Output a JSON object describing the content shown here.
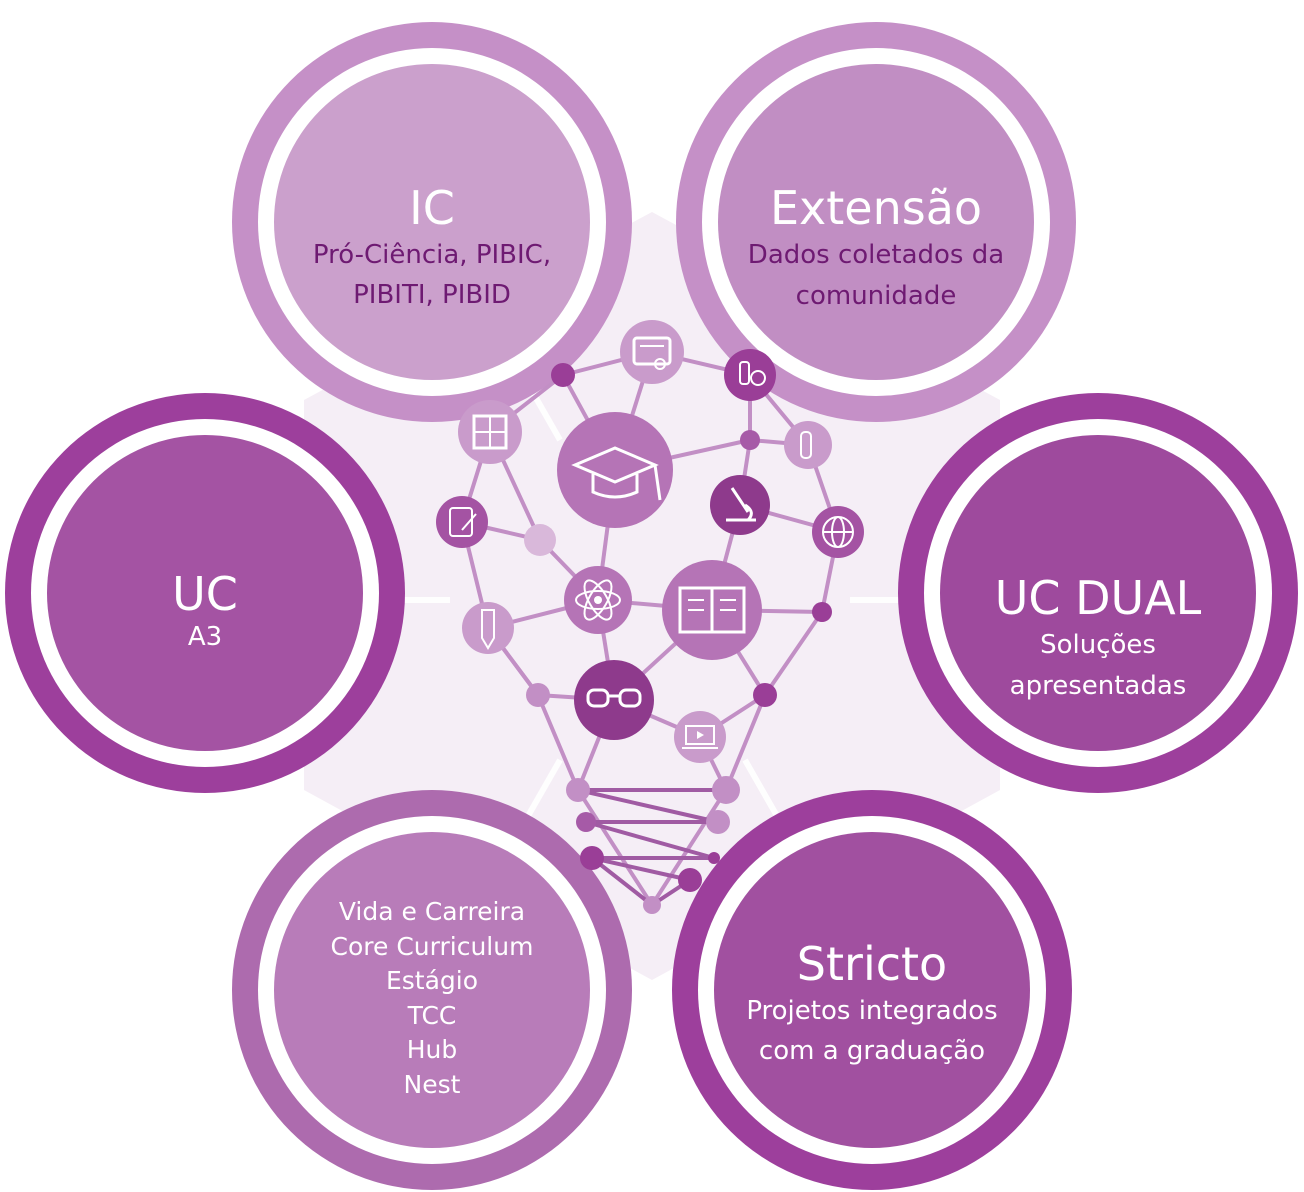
{
  "colors": {
    "ring_light": "#c590c7",
    "ring_dark": "#9d3f9c",
    "fill_ic": "#cba0cc",
    "fill_extensao": "#c18ec3",
    "fill_uc": "#a453a3",
    "fill_ucdual": "#9e4a9d",
    "fill_list": "#b87cb9",
    "fill_stricto": "#a150a0",
    "text_dark": "#6e1a72",
    "text_light": "#ffffff",
    "hex_bg": "#f5eef6",
    "bulb": "#a05ba3"
  },
  "center_icons": [
    "certificate-icon",
    "lab-icon",
    "puzzle-icon",
    "graduation-cap-icon",
    "flask-icon",
    "notepad-icon",
    "microscope-icon",
    "globe-icon",
    "atom-icon",
    "book-icon",
    "pencil-icon",
    "glasses-icon",
    "laptop-icon"
  ],
  "nodes": {
    "ic": {
      "title": "IC",
      "lines": [
        "Pró-Ciência, PIBIC,",
        "PIBITI, PIBID"
      ]
    },
    "extensao": {
      "title": "Extensão",
      "lines": [
        "Dados coletados da",
        "comunidade"
      ]
    },
    "uc": {
      "title": "UC",
      "lines": [
        "A3"
      ]
    },
    "ucdual": {
      "title": "UC DUAL",
      "lines": [
        "Soluções",
        "apresentadas"
      ]
    },
    "list": {
      "lines": [
        "Vida e Carreira",
        "Core Curriculum",
        "Estágio",
        "TCC",
        "Hub",
        "Nest"
      ]
    },
    "stricto": {
      "title": "Stricto",
      "lines": [
        "Projetos integrados",
        "com a graduação"
      ]
    }
  }
}
